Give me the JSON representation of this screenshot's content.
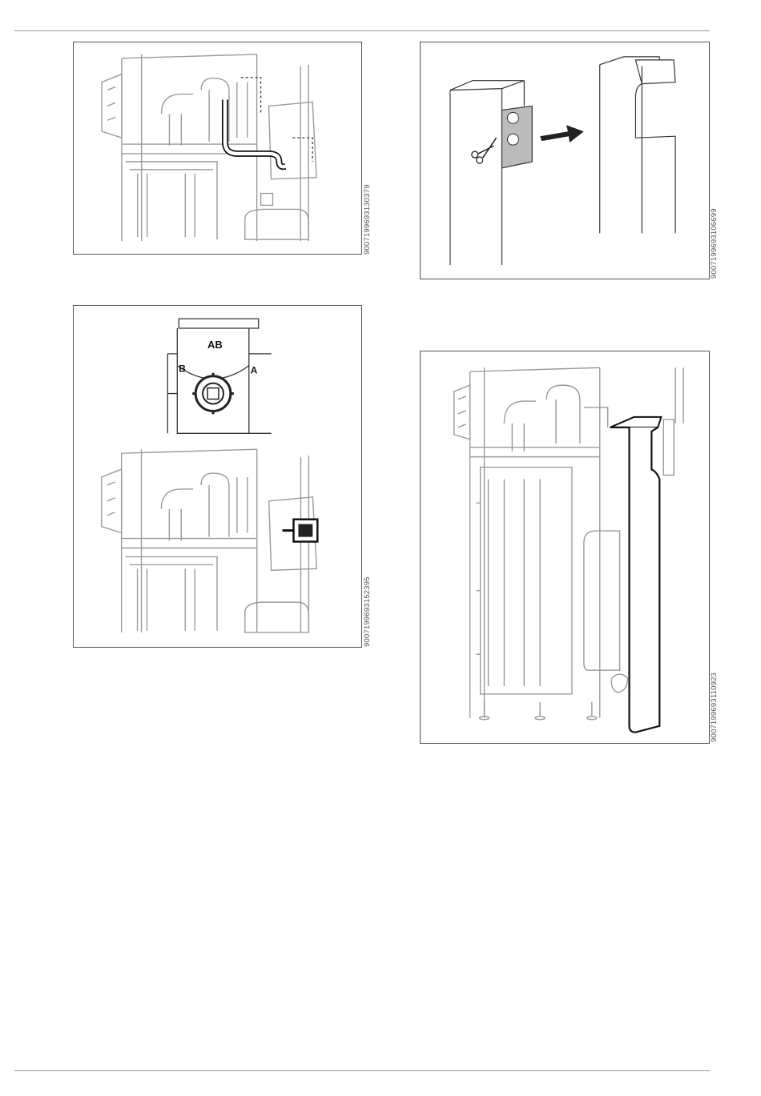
{
  "figures": [
    {
      "id": "9007199693130379"
    },
    {
      "id": "9007199693106699"
    },
    {
      "id": "9007199693152395",
      "labels": {
        "ab": "AB",
        "b": "B",
        "a": "A"
      }
    },
    {
      "id": "9007199693110923"
    }
  ]
}
